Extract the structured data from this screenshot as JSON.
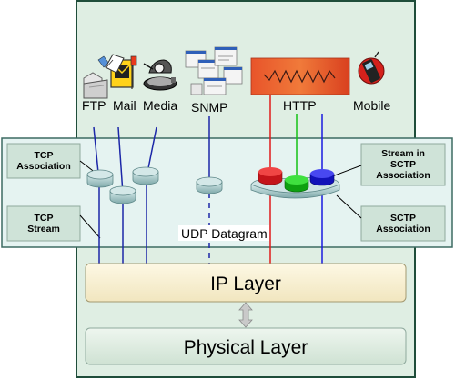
{
  "apps": {
    "ftp": "FTP",
    "mail": "Mail",
    "media": "Media",
    "snmp": "SNMP",
    "http": "HTTP",
    "mobile": "Mobile"
  },
  "side_boxes": {
    "tcp_association": [
      "TCP",
      "Association"
    ],
    "tcp_stream": [
      "TCP",
      "Stream"
    ],
    "stream_in_sctp": [
      "Stream in",
      "SCTP",
      "Association"
    ],
    "sctp_association": [
      "SCTP",
      "Association"
    ]
  },
  "udp_label": "UDP Datagram",
  "layers": {
    "ip": "IP Layer",
    "physical": "Physical Layer"
  },
  "colors": {
    "background_panel": "#dfeee3",
    "outer_border": "#1f4d3a",
    "middle_band": "#e5f3f1",
    "layer_fill": "#fbf3d3",
    "tcp_line": "#1c27a8",
    "sctp_red": "#e01b1b",
    "sctp_green": "#14c214",
    "sctp_blue": "#1a1ae0"
  }
}
